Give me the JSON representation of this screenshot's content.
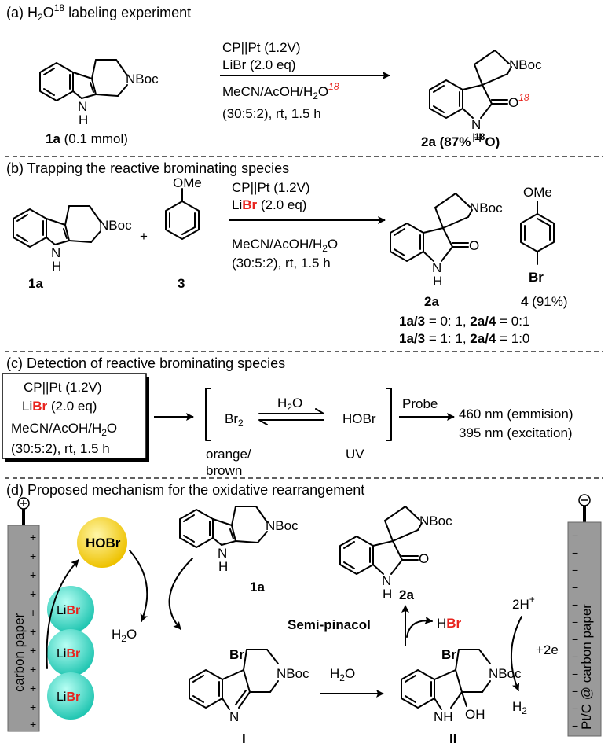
{
  "section_a": {
    "title_pre": "(a) H",
    "title_sub": "2",
    "title_mid": "O",
    "title_sup": "18",
    "title_post": " labeling experiment",
    "cond1": "CP||Pt (1.2V)",
    "cond2": "LiBr (2.0 eq)",
    "cond3_pre": "MeCN/AcOH/H",
    "cond3_sub": "2",
    "cond3_mid": "O",
    "cond3_sup": "18",
    "cond4": "(30:5:2), rt, 1.5 h",
    "sm_label": "1a",
    "sm_amount": " (0.1 mmol)",
    "product_label": "2a (87% ",
    "product_sup": "18",
    "product_post": "O)",
    "o18_label": "O",
    "o18_sup": "18",
    "nboc": "NBoc",
    "nh_n": "N",
    "nh_h": "H"
  },
  "section_b": {
    "title": "(b) Trapping the reactive brominating species",
    "cond1": "CP||Pt (1.2V)",
    "cond2_pre": "Li",
    "cond2_br": "Br",
    "cond2_post": " (2.0 eq)",
    "cond3_pre": "MeCN/AcOH/H",
    "cond3_sub": "2",
    "cond3_post": "O",
    "cond4": "(30:5:2), rt, 1.5 h",
    "plus": "+",
    "ome": "OMe",
    "br": "Br",
    "o": "O",
    "label_1a": "1a",
    "label_3": "3",
    "label_2a": "2a",
    "label_4": "4",
    "yield_4": " (91%)",
    "ratio1_a": "1a/3",
    "ratio1_b": " = 0: 1,  ",
    "ratio1_c": "2a/4",
    "ratio1_d": " = 0:1",
    "ratio2_a": "1a/3",
    "ratio2_b": " = 1: 1,  ",
    "ratio2_c": "2a/4",
    "ratio2_d": " = 1:0",
    "nboc": "NBoc"
  },
  "section_c": {
    "title": "(c) Detection of reactive brominating species",
    "box1": "CP||Pt (1.2V)",
    "box2_pre": "Li",
    "box2_br": "Br",
    "box2_post": " (2.0 eq)",
    "box3": "MeCN/AcOH/H",
    "box3_sub": "2",
    "box3_post": "O",
    "box4": "(30:5:2), rt, 1.5 h",
    "br2": "Br",
    "br2_sub": "2",
    "h2o": "H",
    "h2o_sub": "2",
    "h2o_post": "O",
    "hobr": "HOBr",
    "orange1": "orange/",
    "orange2": "brown",
    "uv": "UV",
    "probe": "Probe",
    "emission": "460 nm (emmision)",
    "excitation": "395 nm (excitation)"
  },
  "section_d": {
    "title": "(d) Proposed mechanism for the oxidative rearrangement",
    "anode": "carbon paper",
    "cathode": "Pt/C @ carbon paper",
    "hobr": "HOBr",
    "libr_li": "Li",
    "libr_br": "Br",
    "h2o": "H",
    "h2o_sub": "2",
    "h2o_post": "O",
    "label_1a": "1a",
    "label_2a": "2a",
    "label_I": "I",
    "label_II": "II",
    "semi": "Semi-pinacol",
    "hbr_h": "H",
    "hbr_br": "Br",
    "h_plus": "2H",
    "h_plus_sup": "+",
    "electrons": "+2e",
    "h2": "H",
    "h2_sub": "2",
    "br": "Br",
    "oh": "OH",
    "nboc": "NBoc",
    "o": "O",
    "plus_sign": "+",
    "minus_sign": "−"
  },
  "colors": {
    "red": "#e8231d",
    "blue": "#1c1ce6",
    "electrode": "#9a9a9a",
    "hobr_ball": "#f2d21b",
    "libr_ball": "#3fd3c0"
  }
}
